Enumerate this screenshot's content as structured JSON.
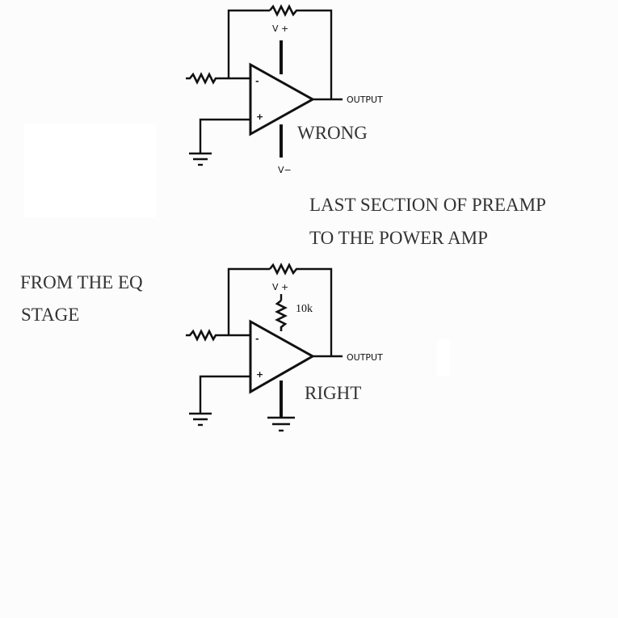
{
  "colors": {
    "background": "#fcfcfc",
    "line": "#111111",
    "text": "#333333"
  },
  "labels": {
    "last_section_line1": "LAST SECTION OF PREAMP",
    "last_section_line2": "TO THE POWER AMP",
    "from_eq_line1": "FROM THE EQ",
    "from_eq_line2": "STAGE"
  },
  "circuit_wrong": {
    "caption": "WRONG",
    "vplus": "V +",
    "vminus": "V−",
    "output": "OUTPUT",
    "minus_sign": "-",
    "plus_sign": "+"
  },
  "circuit_right": {
    "caption": "RIGHT",
    "vplus": "V +",
    "resistor_value": "10k",
    "output": "OUTPUT",
    "minus_sign": "-",
    "plus_sign": "+"
  }
}
